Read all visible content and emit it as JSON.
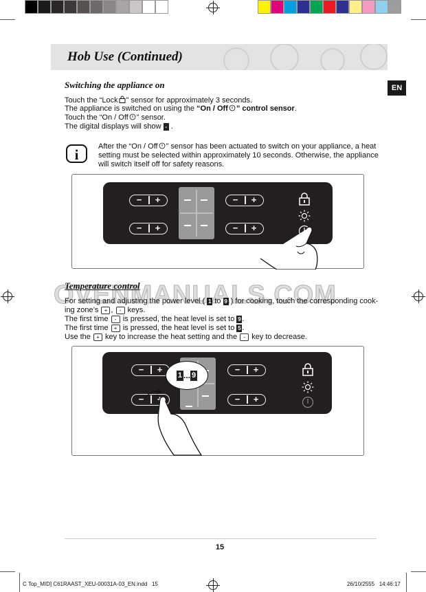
{
  "header": {
    "title": "Hob Use (Continued)"
  },
  "language_tab": "EN",
  "section1": {
    "heading": "Switching the appliance on",
    "line1_a": "Touch the “Lock",
    "line1_b": "” sensor for approximately 3 seconds.",
    "line2_a": "The appliance is switched on using the ",
    "line2_bold": "“On / Off",
    "line2_bold2": "” control sensor",
    "line2_end": ".",
    "line3_a": "Touch the “On / Off",
    "line3_b": "” sensor.",
    "line4_a": "The digital displays will show",
    "line4_digit": "-",
    "line4_end": "."
  },
  "info_note": {
    "line1_a": "After the “On / Off",
    "line1_b": "” sensor has been actuated to switch on your appliance, a heat",
    "line2": "setting must be selected within approximately 10 seconds. Otherwise, the appliance",
    "line3": "will switch itself off for safety reasons."
  },
  "section2": {
    "heading": "Temperature control",
    "line1_a": "For setting and adjusting the power level (",
    "line1_d1": "1",
    "line1_to": "to",
    "line1_d2": "9",
    "line1_b": ") for cooking, touch the corresponding cook-",
    "line2_a": "ing zone’s",
    "line2_b": ",",
    "line2_c": "keys.",
    "line3_a": "The first time",
    "line3_b": "is pressed, the heat level is set to",
    "line3_digit": "9",
    "line4_a": "The first time",
    "line4_b": "is pressed, the heat level is set to",
    "line4_digit": "5",
    "line5_a": "Use the",
    "line5_b": "key to increase the heat setting and the",
    "line5_c": "key to decrease."
  },
  "keys": {
    "plus": "+",
    "minus": "-",
    "period": "."
  },
  "panel": {
    "minus": "−",
    "plus": "+",
    "display_dash": "–",
    "callout_from": "1",
    "callout_dots": "...",
    "callout_to": "9"
  },
  "watermark": "OVENMANUALS.COM",
  "page_number": "15",
  "footer": {
    "left": "C Top_MID] C61RAAST_XEU-00031A-03_EN.indd   15",
    "right": "26/10/2555   14:46:17"
  },
  "colors": {
    "header_band": "#e3e3e3",
    "tab_bg": "#1a1a1a",
    "panel_bg": "#231f20",
    "display_bg": "#9a9a9a"
  },
  "swatches": {
    "gray": [
      "#000000",
      "#1a1a1a",
      "#2b2726",
      "#3d3938",
      "#57514f",
      "#6f6a69",
      "#8b8685",
      "#a9a5a4",
      "#c9c6c5",
      "#ffffff"
    ],
    "color": [
      "#fff200",
      "#e3007a",
      "#00a0e3",
      "#2e3192",
      "#00a651",
      "#ed1c24",
      "#ffef8a",
      "#f49ac1",
      "#8fd0f0",
      "#9d9d9d"
    ]
  }
}
